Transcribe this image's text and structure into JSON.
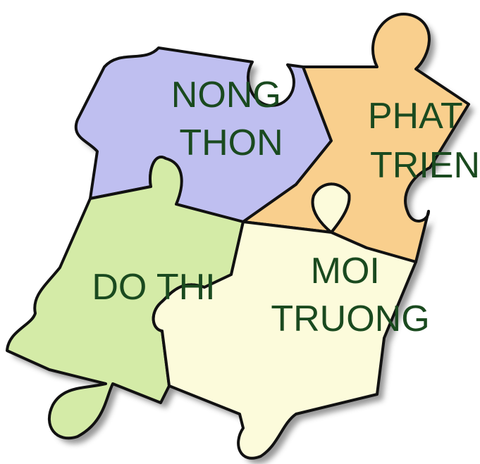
{
  "pieces": {
    "top_left": {
      "lines": [
        "NONG",
        "THON"
      ],
      "color": "#bfbff0"
    },
    "top_right": {
      "lines": [
        "PHAT",
        "TRIEN"
      ],
      "color": "#f9cf8d"
    },
    "bottom_left": {
      "lines": [
        "DO THI"
      ],
      "color": "#d4eba7"
    },
    "bottom_right": {
      "lines": [
        "MOI",
        "TRUONG"
      ],
      "color": "#fcfbdb"
    }
  },
  "colors": {
    "text": "#1a4a1f",
    "outline": "#111111",
    "shadow": "#444444"
  }
}
